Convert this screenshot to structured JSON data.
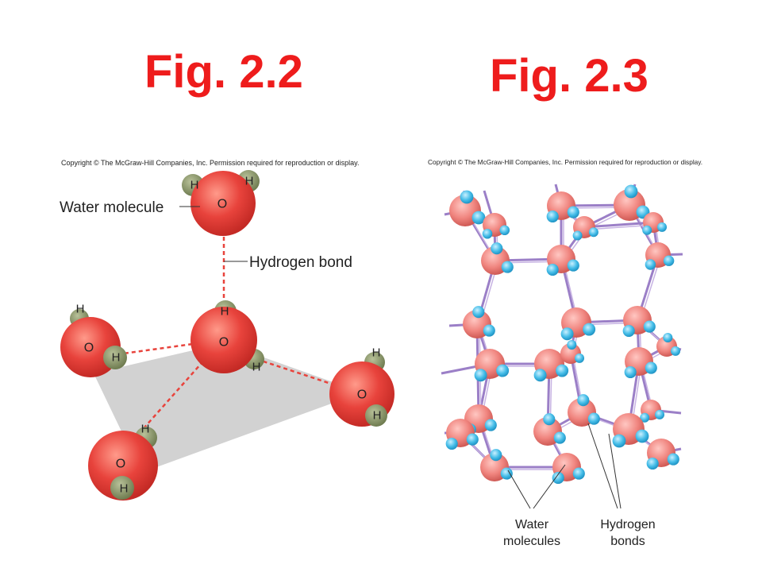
{
  "titles": {
    "left": "Fig. 2.2",
    "right": "Fig. 2.3"
  },
  "copyright": {
    "left": "Copyright © The McGraw-Hill Companies, Inc. Permission required for reproduction or display.",
    "right": "Copyright © The McGraw-Hill Companies, Inc. Permission required for reproduction or display."
  },
  "fig22": {
    "water_molecule_label": "Water molecule",
    "hydrogen_bond_label": "Hydrogen bond",
    "oxygen_symbol": "O",
    "hydrogen_symbol": "H"
  },
  "fig23": {
    "water_molecules_label_line1": "Water",
    "water_molecules_label_line2": "molecules",
    "hydrogen_bonds_label_line1": "Hydrogen",
    "hydrogen_bonds_label_line2": "bonds"
  },
  "colors": {
    "title": "#ee1c1c",
    "oxygen": "#e8433c",
    "hydrogen": "#7f8c5f",
    "ice_hydrogen": "#39b6e6",
    "bond_dashed": "#e8433c",
    "lattice_bond": "#9b7fc7",
    "tetrahedron": "#d4d4d4"
  }
}
